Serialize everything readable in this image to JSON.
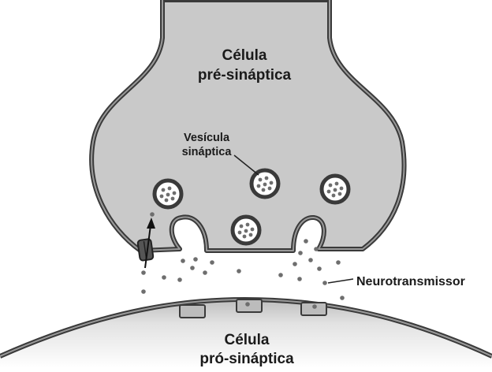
{
  "labels": {
    "presynaptic_line1": "Célula",
    "presynaptic_line2": "pré-sináptica",
    "vesicle_line1": "Vesícula",
    "vesicle_line2": "sináptica",
    "neurotransmitter": "Neurotransmissor",
    "postsynaptic_line1": "Célula",
    "postsynaptic_line2": "pró-sináptica"
  },
  "colors": {
    "cell_fill": "#c9c9c9",
    "membrane": "#3a3a3a",
    "membrane_inner": "#9a9a9a",
    "vesicle_fill": "#ffffff",
    "dot": "#6e6e6e",
    "channel": "#555555"
  },
  "icons": {
    "arrow": "reuptake-arrow",
    "channel": "transporter-channel"
  }
}
